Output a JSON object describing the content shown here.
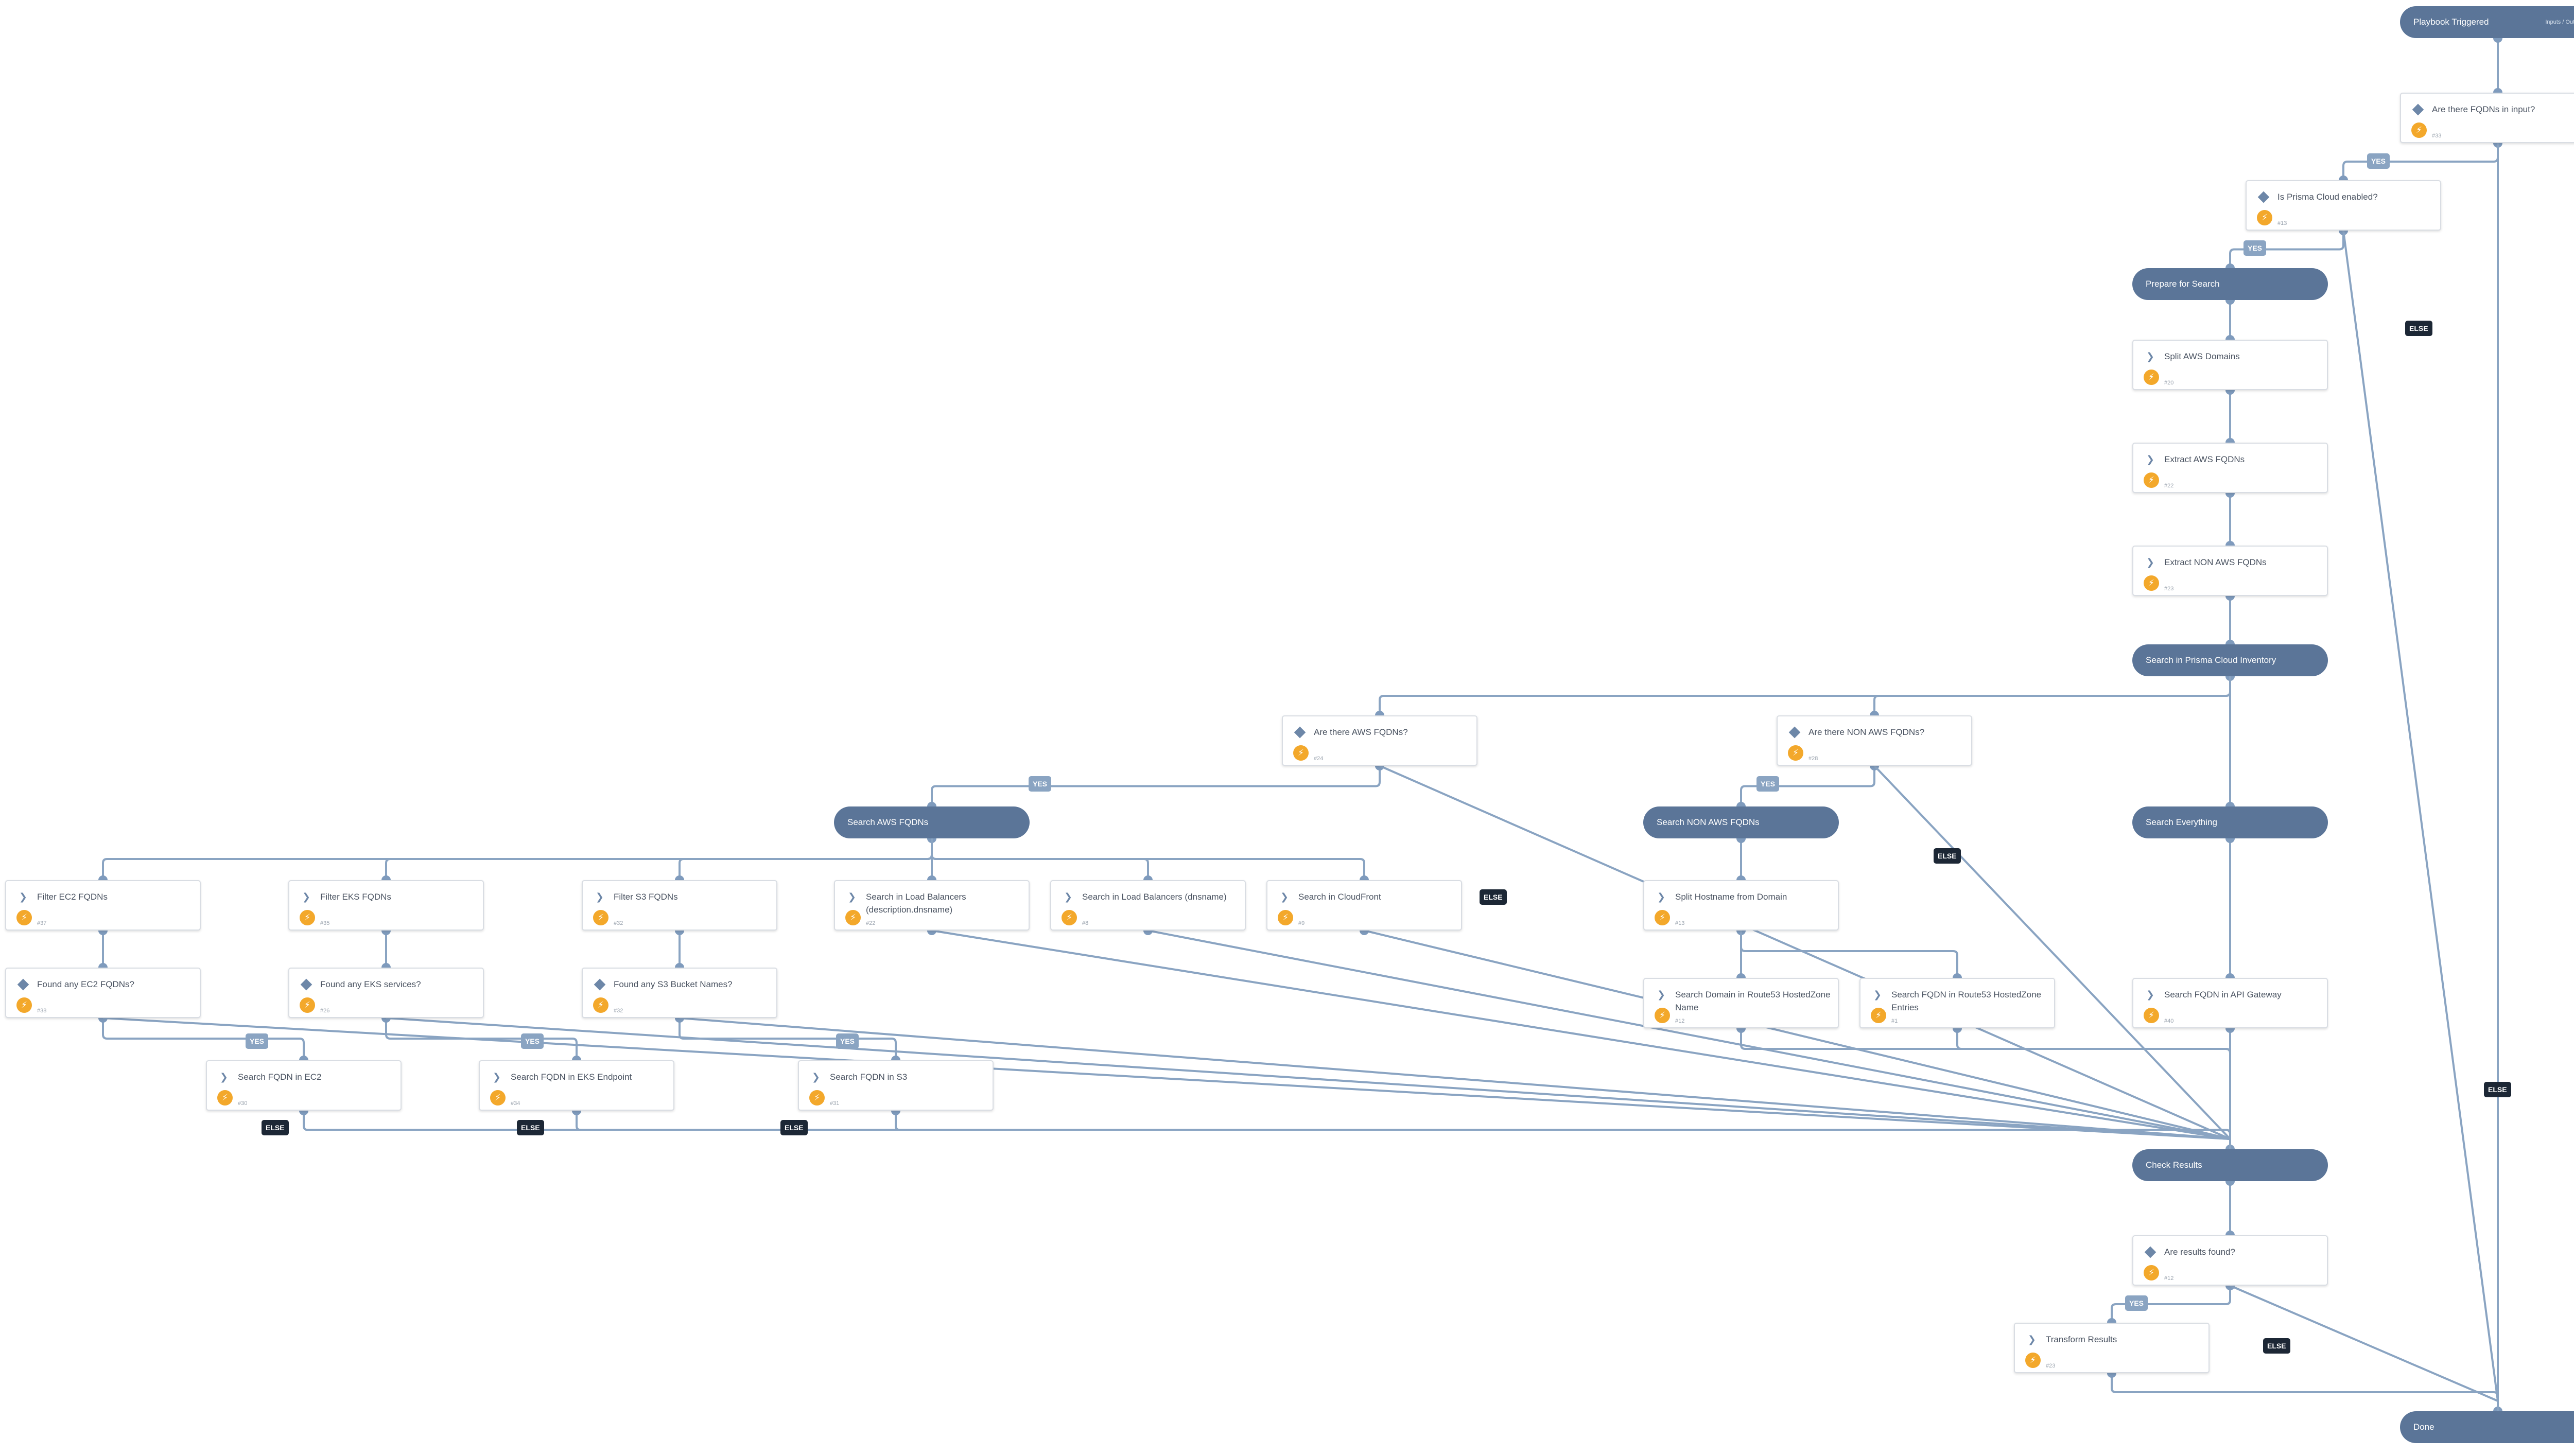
{
  "nodes": [
    {
      "id": "start",
      "type": "section",
      "label": "Playbook Triggered",
      "io": "Inputs / Outputs",
      "icon": ""
    },
    {
      "id": "q_fqdn",
      "type": "task",
      "label": "Are there FQDNs in input?",
      "num": "#33",
      "icon": "condition-diamond-icon"
    },
    {
      "id": "q_prisma",
      "type": "task",
      "label": "Is Prisma Cloud enabled?",
      "num": "#13",
      "icon": "condition-diamond-icon"
    },
    {
      "id": "prep",
      "type": "section",
      "label": "Prepare for Search",
      "icon": ""
    },
    {
      "id": "split_aws",
      "type": "task",
      "label": "Split AWS Domains",
      "num": "#20",
      "icon": "chevron-right-icon"
    },
    {
      "id": "extract_aws",
      "type": "task",
      "label": "Extract AWS FQDNs",
      "num": "#22",
      "icon": "chevron-right-icon"
    },
    {
      "id": "extract_non",
      "type": "task",
      "label": "Extract NON AWS FQDNs",
      "num": "#23",
      "icon": "chevron-right-icon"
    },
    {
      "id": "search_inv",
      "type": "section",
      "label": "Search in Prisma Cloud Inventory",
      "icon": ""
    },
    {
      "id": "q_aws",
      "type": "task",
      "label": "Are there AWS FQDNs?",
      "num": "#24",
      "icon": "condition-diamond-icon"
    },
    {
      "id": "q_non",
      "type": "task",
      "label": "Are there NON AWS FQDNs?",
      "num": "#28",
      "icon": "condition-diamond-icon"
    },
    {
      "id": "sec_aws",
      "type": "section",
      "label": "Search AWS FQDNs",
      "icon": ""
    },
    {
      "id": "sec_non",
      "type": "section",
      "label": "Search NON AWS FQDNs",
      "icon": ""
    },
    {
      "id": "sec_all",
      "type": "section",
      "label": "Search Everything",
      "icon": ""
    },
    {
      "id": "f_ec2",
      "type": "task",
      "label": "Filter EC2 FQDNs",
      "num": "#37",
      "icon": "chevron-right-icon"
    },
    {
      "id": "f_eks",
      "type": "task",
      "label": "Filter EKS FQDNs",
      "num": "#35",
      "icon": "chevron-right-icon"
    },
    {
      "id": "f_s3",
      "type": "task",
      "label": "Filter S3 FQDNs",
      "num": "#32",
      "icon": "chevron-right-icon"
    },
    {
      "id": "lb_desc",
      "type": "task",
      "label": "Search in Load Balancers (description.dnsname)",
      "num": "#22",
      "icon": "chevron-right-icon"
    },
    {
      "id": "lb_dns",
      "type": "task",
      "label": "Search in Load Balancers (dnsname)",
      "num": "#8",
      "icon": "chevron-right-icon"
    },
    {
      "id": "cf",
      "type": "task",
      "label": "Search in CloudFront",
      "num": "#9",
      "icon": "chevron-right-icon"
    },
    {
      "id": "split_host",
      "type": "task",
      "label": "Split Hostname from Domain",
      "num": "#13",
      "icon": "chevron-right-icon"
    },
    {
      "id": "q_ec2",
      "type": "task",
      "label": "Found any EC2 FQDNs?",
      "num": "#38",
      "icon": "condition-diamond-icon"
    },
    {
      "id": "q_eks",
      "type": "task",
      "label": "Found any EKS services?",
      "num": "#26",
      "icon": "condition-diamond-icon"
    },
    {
      "id": "q_s3",
      "type": "task",
      "label": "Found any S3 Bucket Names?",
      "num": "#32",
      "icon": "condition-diamond-icon"
    },
    {
      "id": "r53_name",
      "type": "task",
      "label": "Search Domain in Route53 HostedZone Name",
      "num": "#12",
      "icon": "chevron-right-icon"
    },
    {
      "id": "r53_entries",
      "type": "task",
      "label": "Search FQDN in Route53 HostedZone Entries",
      "num": "#1",
      "icon": "chevron-right-icon"
    },
    {
      "id": "apigw",
      "type": "task",
      "label": "Search FQDN in API Gateway",
      "num": "#40",
      "icon": "chevron-right-icon"
    },
    {
      "id": "s_ec2",
      "type": "task",
      "label": "Search FQDN in EC2",
      "num": "#30",
      "icon": "chevron-right-icon"
    },
    {
      "id": "s_eks",
      "type": "task",
      "label": "Search FQDN in EKS Endpoint",
      "num": "#34",
      "icon": "chevron-right-icon"
    },
    {
      "id": "s_s3",
      "type": "task",
      "label": "Search FQDN in S3",
      "num": "#31",
      "icon": "chevron-right-icon"
    },
    {
      "id": "check",
      "type": "section",
      "label": "Check Results",
      "icon": ""
    },
    {
      "id": "q_results",
      "type": "task",
      "label": "Are results found?",
      "num": "#12",
      "icon": "condition-diamond-icon"
    },
    {
      "id": "transform",
      "type": "task",
      "label": "Transform Results",
      "num": "#23",
      "icon": "chevron-right-icon"
    },
    {
      "id": "done",
      "type": "section",
      "label": "Done",
      "icon": ""
    }
  ],
  "edges": [
    [
      "start",
      "q_fqdn",
      ""
    ],
    [
      "q_fqdn",
      "q_prisma",
      "YES"
    ],
    [
      "q_fqdn",
      "done",
      "ELSE"
    ],
    [
      "q_prisma",
      "prep",
      "YES"
    ],
    [
      "q_prisma",
      "done",
      "ELSE"
    ],
    [
      "prep",
      "split_aws",
      ""
    ],
    [
      "split_aws",
      "extract_aws",
      ""
    ],
    [
      "extract_aws",
      "extract_non",
      ""
    ],
    [
      "extract_non",
      "search_inv",
      ""
    ],
    [
      "search_inv",
      "q_aws",
      ""
    ],
    [
      "search_inv",
      "q_non",
      ""
    ],
    [
      "search_inv",
      "sec_all",
      ""
    ],
    [
      "q_aws",
      "sec_aws",
      "YES"
    ],
    [
      "q_aws",
      "check",
      "ELSE"
    ],
    [
      "q_non",
      "sec_non",
      "YES"
    ],
    [
      "q_non",
      "check",
      "ELSE"
    ],
    [
      "sec_aws",
      "f_ec2",
      ""
    ],
    [
      "sec_aws",
      "f_eks",
      ""
    ],
    [
      "sec_aws",
      "f_s3",
      ""
    ],
    [
      "sec_aws",
      "lb_desc",
      ""
    ],
    [
      "sec_aws",
      "lb_dns",
      ""
    ],
    [
      "sec_aws",
      "cf",
      ""
    ],
    [
      "f_ec2",
      "q_ec2",
      ""
    ],
    [
      "f_eks",
      "q_eks",
      ""
    ],
    [
      "f_s3",
      "q_s3",
      ""
    ],
    [
      "q_ec2",
      "s_ec2",
      "YES"
    ],
    [
      "q_ec2",
      "check",
      "ELSE"
    ],
    [
      "q_eks",
      "s_eks",
      "YES"
    ],
    [
      "q_eks",
      "check",
      "ELSE"
    ],
    [
      "q_s3",
      "s_s3",
      "YES"
    ],
    [
      "q_s3",
      "check",
      "ELSE"
    ],
    [
      "s_ec2",
      "check",
      ""
    ],
    [
      "s_eks",
      "check",
      ""
    ],
    [
      "s_s3",
      "check",
      ""
    ],
    [
      "lb_desc",
      "check",
      ""
    ],
    [
      "lb_dns",
      "check",
      ""
    ],
    [
      "cf",
      "check",
      ""
    ],
    [
      "sec_non",
      "split_host",
      ""
    ],
    [
      "split_host",
      "r53_name",
      ""
    ],
    [
      "split_host",
      "r53_entries",
      ""
    ],
    [
      "r53_name",
      "check",
      ""
    ],
    [
      "r53_entries",
      "check",
      ""
    ],
    [
      "sec_all",
      "apigw",
      ""
    ],
    [
      "apigw",
      "check",
      ""
    ],
    [
      "check",
      "q_results",
      ""
    ],
    [
      "q_results",
      "transform",
      "YES"
    ],
    [
      "q_results",
      "done",
      "ELSE"
    ],
    [
      "transform",
      "done",
      ""
    ]
  ],
  "colors": {
    "section": "#5b7598",
    "edge": "#8aa4c2",
    "yes_label": "#8aa4c2",
    "else_label": "#1c2735",
    "bolt": "#f3a82b"
  },
  "bolt_icon": "lightning-bolt-icon"
}
